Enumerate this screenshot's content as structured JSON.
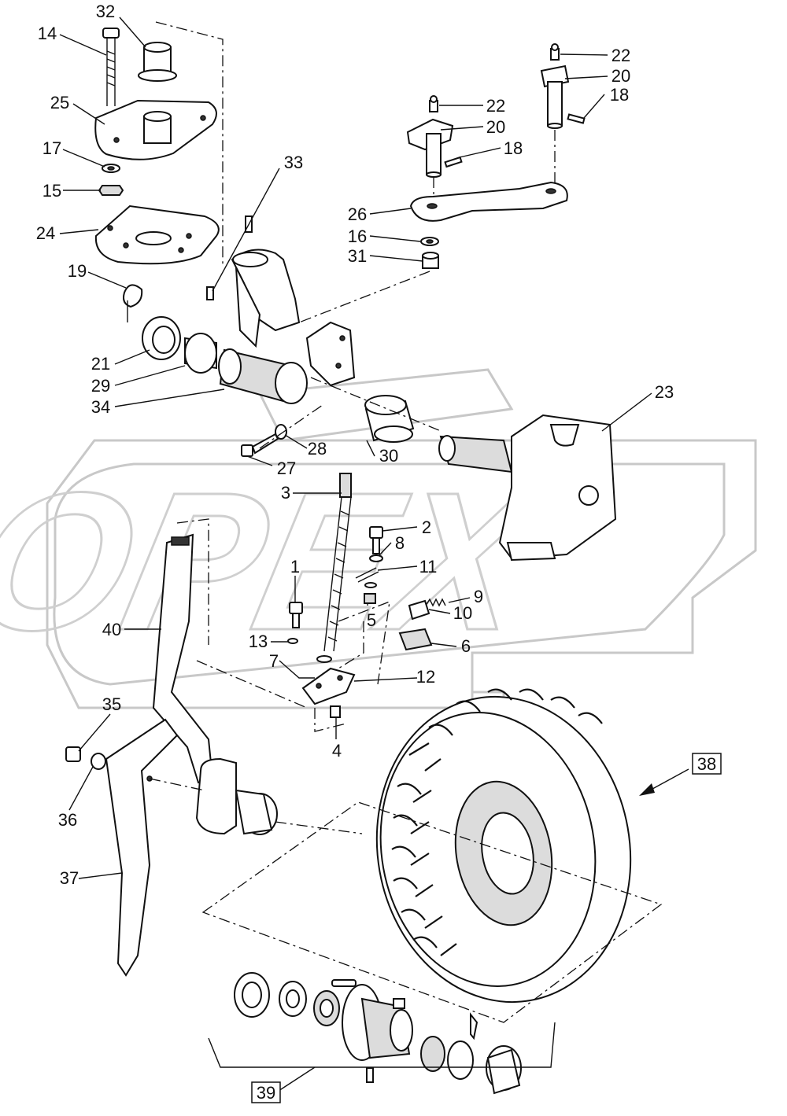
{
  "watermark": {
    "text": "OPEX",
    "color": "#c8c8c8"
  },
  "callouts": [
    {
      "id": "c32",
      "label": "32"
    },
    {
      "id": "c14",
      "label": "14"
    },
    {
      "id": "c25",
      "label": "25"
    },
    {
      "id": "c17",
      "label": "17"
    },
    {
      "id": "c15",
      "label": "15"
    },
    {
      "id": "c24",
      "label": "24"
    },
    {
      "id": "c19",
      "label": "19"
    },
    {
      "id": "c21",
      "label": "21"
    },
    {
      "id": "c29",
      "label": "29"
    },
    {
      "id": "c34",
      "label": "34"
    },
    {
      "id": "c33",
      "label": "33"
    },
    {
      "id": "c22a",
      "label": "22"
    },
    {
      "id": "c20a",
      "label": "20"
    },
    {
      "id": "c18a",
      "label": "18"
    },
    {
      "id": "c22b",
      "label": "22"
    },
    {
      "id": "c20b",
      "label": "20"
    },
    {
      "id": "c18b",
      "label": "18"
    },
    {
      "id": "c26",
      "label": "26"
    },
    {
      "id": "c16",
      "label": "16"
    },
    {
      "id": "c31",
      "label": "31"
    },
    {
      "id": "c23",
      "label": "23"
    },
    {
      "id": "c28",
      "label": "28"
    },
    {
      "id": "c27",
      "label": "27"
    },
    {
      "id": "c30",
      "label": "30"
    },
    {
      "id": "c3",
      "label": "3"
    },
    {
      "id": "c2",
      "label": "2"
    },
    {
      "id": "c8",
      "label": "8"
    },
    {
      "id": "c11",
      "label": "11"
    },
    {
      "id": "c1",
      "label": "1"
    },
    {
      "id": "c9",
      "label": "9"
    },
    {
      "id": "c5",
      "label": "5"
    },
    {
      "id": "c10",
      "label": "10"
    },
    {
      "id": "c40",
      "label": "40"
    },
    {
      "id": "c13",
      "label": "13"
    },
    {
      "id": "c6",
      "label": "6"
    },
    {
      "id": "c7",
      "label": "7"
    },
    {
      "id": "c12",
      "label": "12"
    },
    {
      "id": "c4",
      "label": "4"
    },
    {
      "id": "c35",
      "label": "35"
    },
    {
      "id": "c36",
      "label": "36"
    },
    {
      "id": "c37",
      "label": "37"
    },
    {
      "id": "c38",
      "label": "38",
      "boxed": true
    },
    {
      "id": "c39",
      "label": "39",
      "boxed": true
    }
  ]
}
